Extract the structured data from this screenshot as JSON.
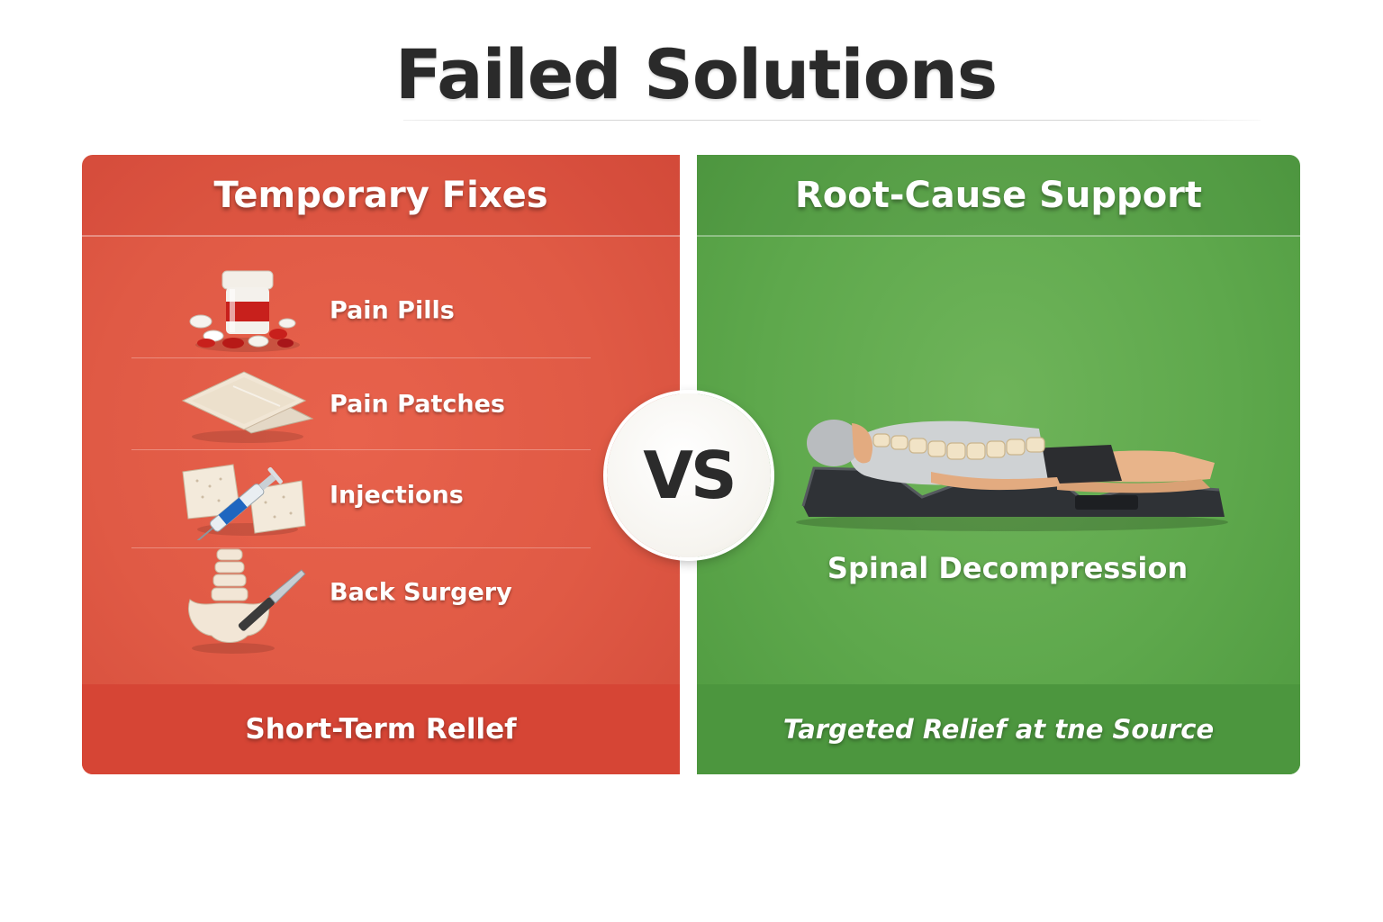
{
  "title": "Failed Solutions",
  "left_panel": {
    "heading": "Temporary Fixes",
    "items": [
      {
        "label": "Pain Pills",
        "icon": "pill-bottle-icon"
      },
      {
        "label": "Pain Patches",
        "icon": "patch-icon"
      },
      {
        "label": "Injections",
        "icon": "syringe-icon"
      },
      {
        "label": "Back Surgery",
        "icon": "spine-scalpel-icon"
      }
    ],
    "footer": "Short-Term Rellef",
    "color": "#e05a45"
  },
  "vs_label": "VS",
  "right_panel": {
    "heading": "Root-Cause Support",
    "illustration_caption": "Spinal Decompression",
    "illustration_icon": "spinal-decompression-device-icon",
    "footer": "Targeted Relief at tne Source",
    "color": "#5ea84c"
  }
}
